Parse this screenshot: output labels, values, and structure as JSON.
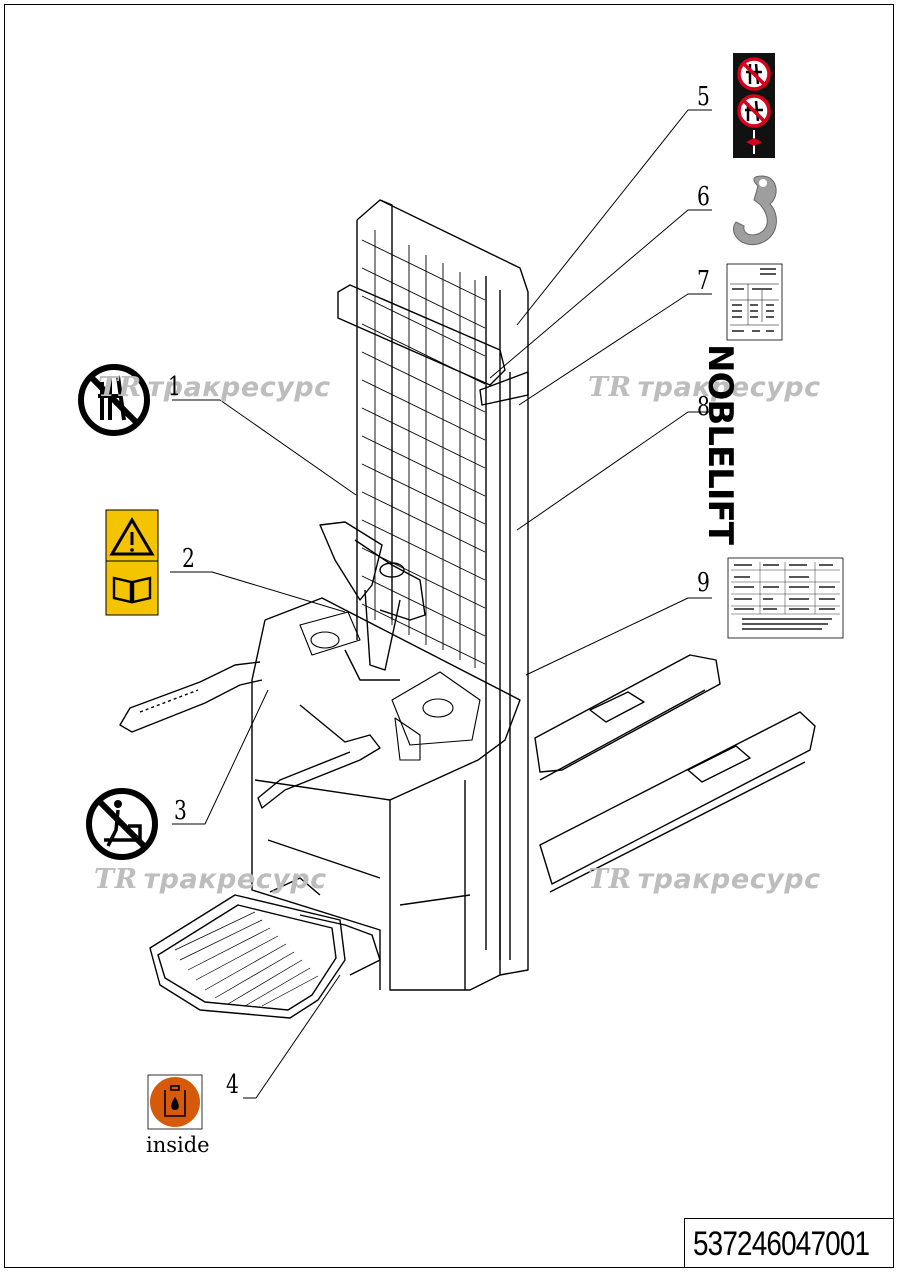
{
  "callouts": {
    "c1": "1",
    "c2": "2",
    "c3": "3",
    "c4": "4",
    "c5": "5",
    "c6": "6",
    "c7": "7",
    "c8": "8",
    "c9": "9"
  },
  "document_number": "537246047001",
  "watermark_text": "тракресурс",
  "watermark_logo": "ТR",
  "brand_decal": "NOBLELIFT",
  "inside_label": "inside",
  "colors": {
    "warning_yellow": "#f4c400",
    "prohibition_red": "#d6001c",
    "oil_orange": "#d75a0a",
    "decal_black": "#111111",
    "watermark_gray": "#bdbdbd"
  },
  "icons": [
    "no-standing-icon",
    "warning-manual-icon",
    "no-riding-icon",
    "oil-inside-icon",
    "safety-decal-icon",
    "hook-icon",
    "load-chart-icon",
    "nameplate-icon"
  ]
}
